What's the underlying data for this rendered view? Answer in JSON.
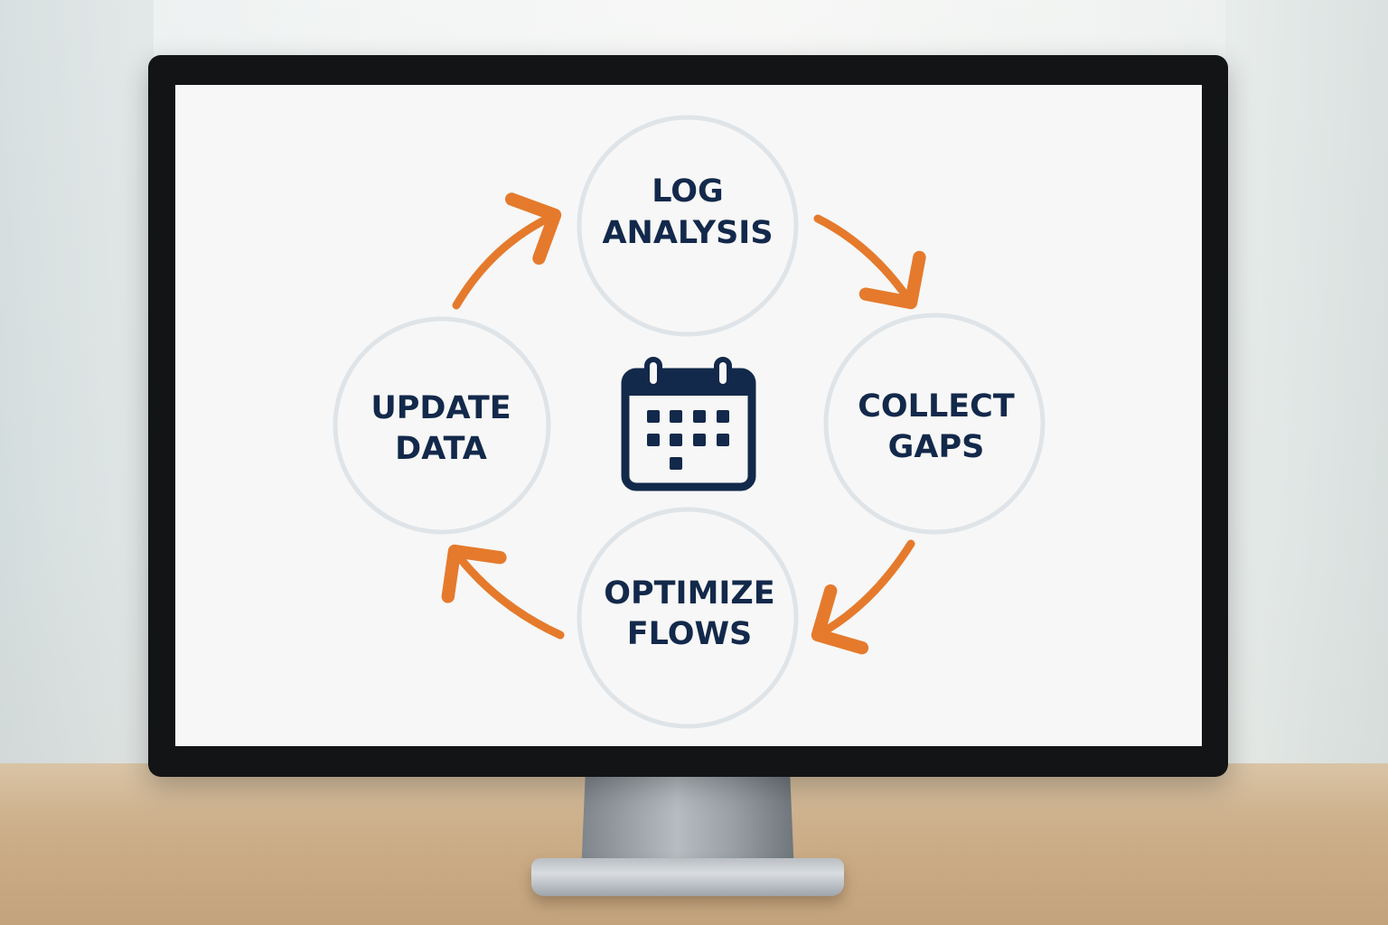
{
  "nodes": [
    {
      "id": "log-analysis",
      "line1": "LOG",
      "line2": "ANALYSIS"
    },
    {
      "id": "collect-gaps",
      "line1": "COLLECT",
      "line2": "GAPS"
    },
    {
      "id": "optimize-flows",
      "line1": "OPTIMIZE",
      "line2": "FLOWS"
    },
    {
      "id": "update-data",
      "line1": "UPDATE",
      "line2": "DATA"
    }
  ],
  "center_icon": "calendar-icon",
  "colors": {
    "arrow": "#e57a2c",
    "text": "#13294b",
    "circle_stroke": "#dfe4e8",
    "icon": "#13294b",
    "screen": "#f7f7f7"
  }
}
